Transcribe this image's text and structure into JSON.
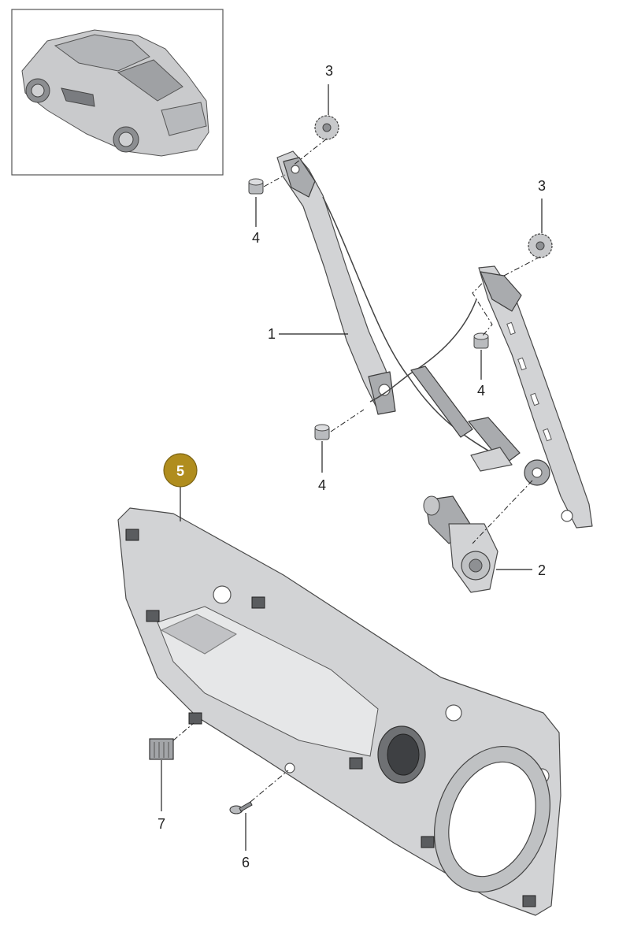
{
  "callouts": {
    "c1": "1",
    "c2": "2",
    "c3a": "3",
    "c3b": "3",
    "c4a": "4",
    "c4b": "4",
    "c4c": "4",
    "c5": "5",
    "c6": "6",
    "c7": "7"
  },
  "colors": {
    "highlight_badge": "#b08d1e",
    "part_fill": "#d2d3d5",
    "outline": "#4a4a4a"
  },
  "icons": {
    "vehicle_thumbnail": "car-thumbnail-icon"
  }
}
